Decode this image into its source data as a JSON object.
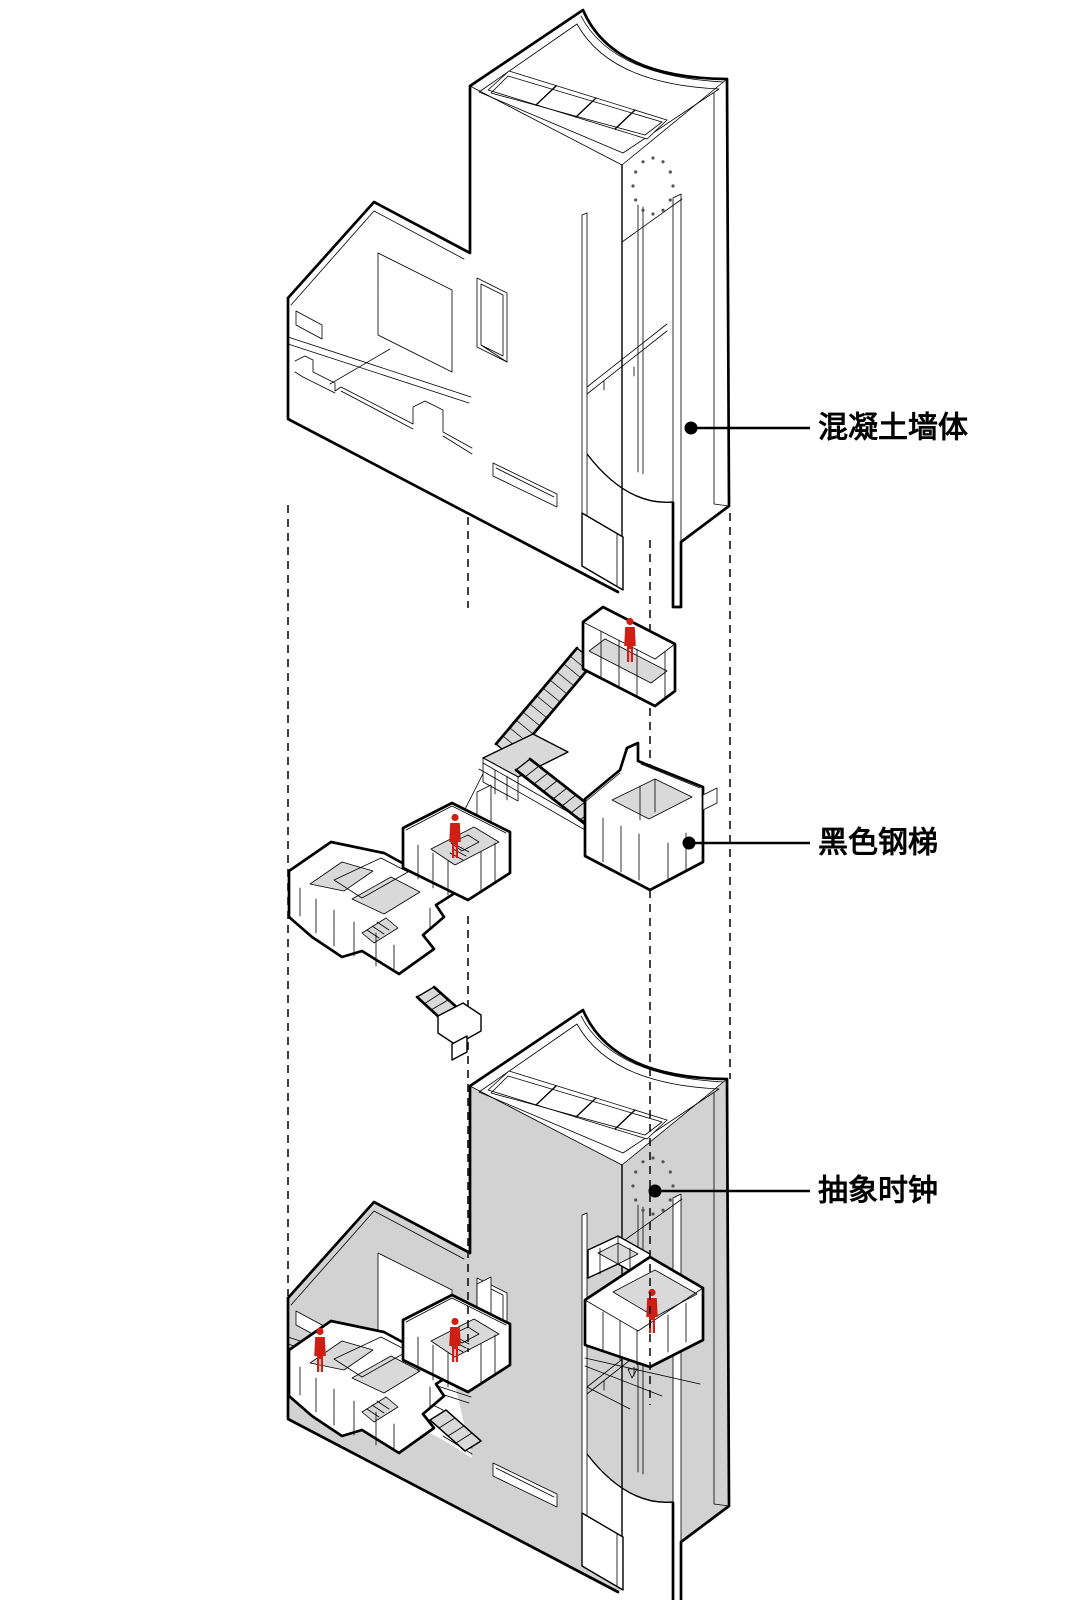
{
  "diagram": {
    "type": "exploded-axonometric-architecture-diagram",
    "colors": {
      "bg": "#ffffff",
      "line": "#000000",
      "wall-gray": "#d2d2d2",
      "floor-gray": "#d9d9d9",
      "person-red": "#cf1f15",
      "dash": "#111111"
    },
    "labels": [
      {
        "id": "concrete-wall",
        "text": "混凝土墙体"
      },
      {
        "id": "black-steel-stair",
        "text": "黑色钢梯"
      },
      {
        "id": "abstract-clock",
        "text": "抽象时钟"
      }
    ],
    "counts": {
      "people": 5,
      "clock_dots": 12,
      "projection_lines": 4,
      "exploded_layers": 3
    }
  }
}
